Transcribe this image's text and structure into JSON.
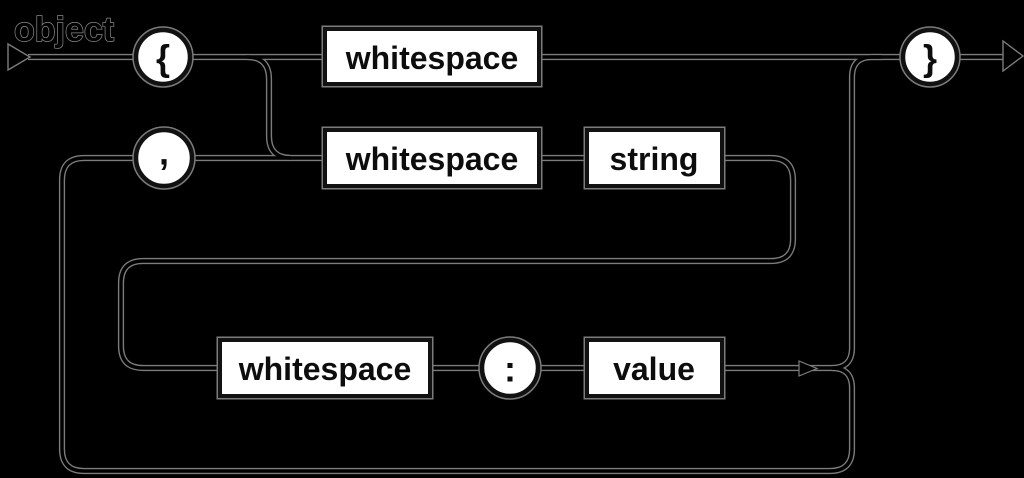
{
  "diagram": {
    "name_label": "object",
    "terminals": {
      "open_brace": "{",
      "close_brace": "}",
      "comma": ",",
      "colon": ":"
    },
    "nonterminals": {
      "whitespace_top": "whitespace",
      "whitespace_loop": "whitespace",
      "whitespace_pair": "whitespace",
      "string": "string",
      "value": "value"
    },
    "colors": {
      "background": "#000000",
      "track_core": "#000000",
      "track_fringe": "#7c7c7c",
      "node_fill": "#ffffff",
      "node_border": "#111111",
      "label_text": "#0d0d0d"
    }
  }
}
